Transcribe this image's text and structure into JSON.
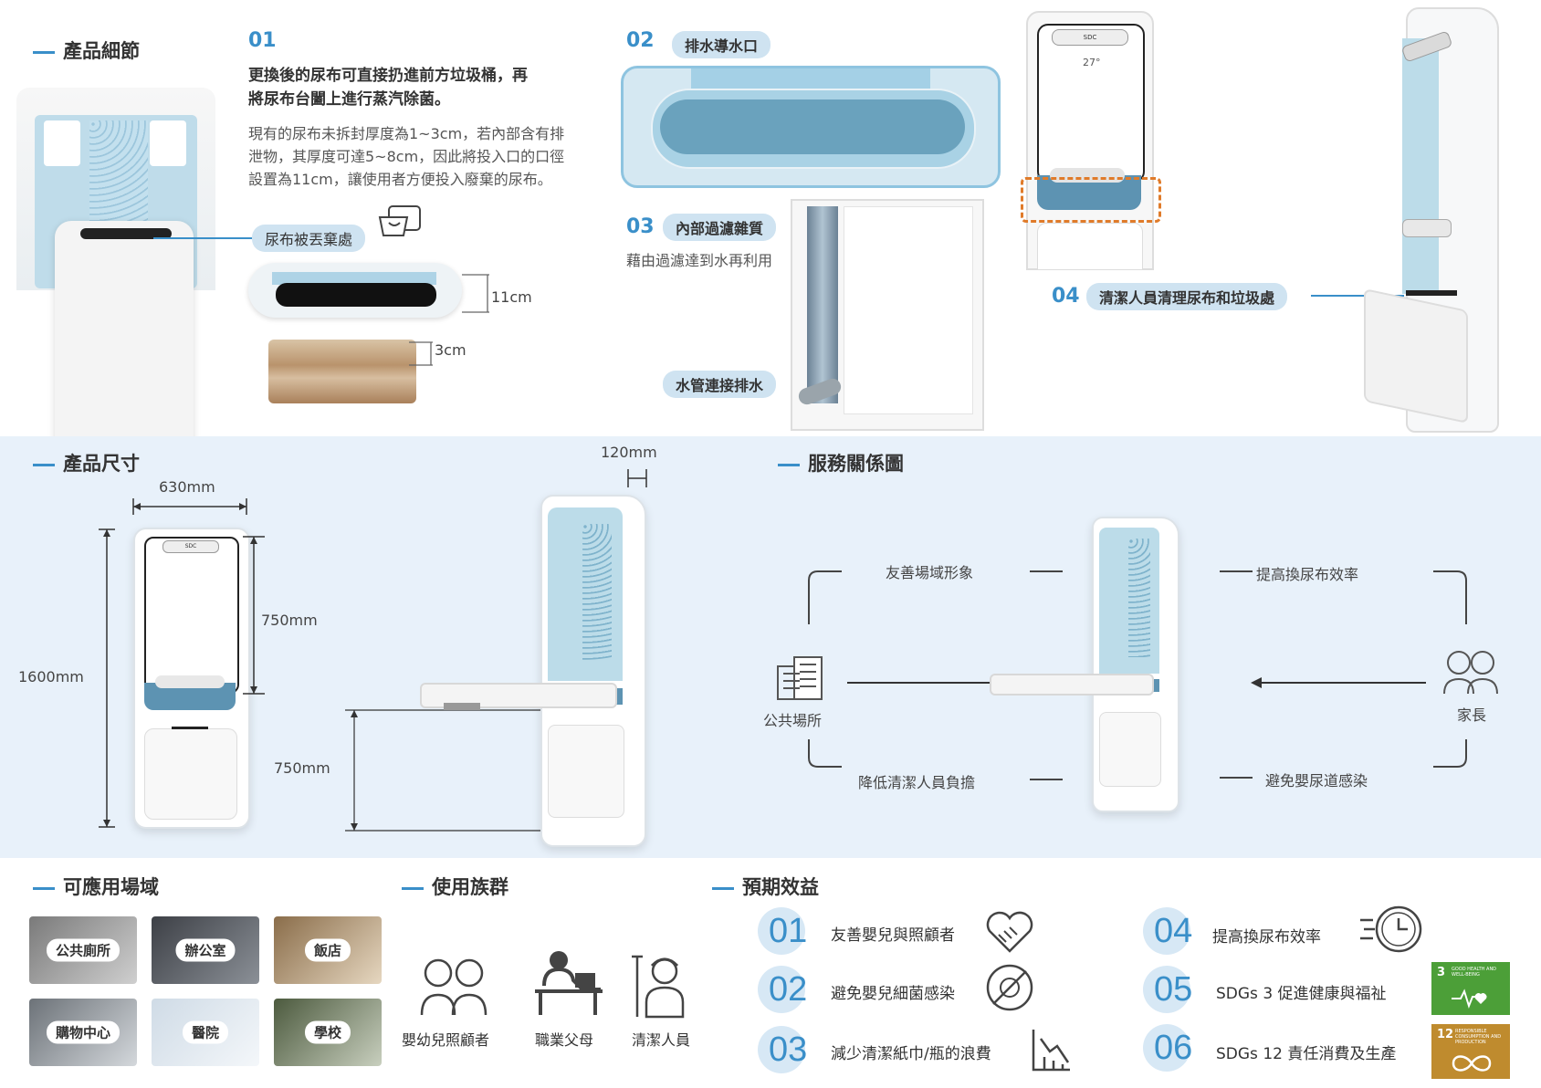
{
  "details": {
    "title": "產品細節",
    "n01": "01",
    "heading_line1": "更換後的尿布可直接扔進前方垃圾桶，再",
    "heading_line2": "將尿布台闔上進行蒸汽除菌。",
    "body_line1": "現有的尿布未拆封厚度為1~3cm，若內部含有排",
    "body_line2": "泄物，其厚度可達5~8cm，因此將投入口的口徑",
    "body_line3": "設置為11cm，讓使用者方便投入廢棄的尿布。",
    "disposal_label": "尿布被丟棄處",
    "dim_11": "11cm",
    "dim_3": "3cm",
    "n02": "02",
    "drain_label": "排水導水口",
    "n03": "03",
    "filter_label": "內部過濾雜質",
    "filter_desc": "藉由過濾達到水再利用",
    "pipe_label": "水管連接排水",
    "unit_display": "27°",
    "unit_logo": "SDC",
    "n04": "04",
    "clean_label": "清潔人員清理尿布和垃圾處"
  },
  "size": {
    "title": "產品尺寸",
    "w": "630mm",
    "d": "120mm",
    "h_total": "1600mm",
    "h_table": "750mm",
    "h_floor": "750mm",
    "unit_logo": "SDC"
  },
  "service": {
    "title": "服務關係圖",
    "left": "公共場所",
    "right": "家長",
    "tl": "友善場域形象",
    "tr": "提高換尿布效率",
    "bl": "降低清潔人員負擔",
    "br": "避免嬰尿道感染"
  },
  "venues": {
    "title": "可應用場域",
    "items": [
      "公共廁所",
      "辦公室",
      "飯店",
      "購物中心",
      "醫院",
      "學校"
    ]
  },
  "users": {
    "title": "使用族群",
    "items": [
      "嬰幼兒照顧者",
      "職業父母",
      "清潔人員"
    ]
  },
  "benefits": {
    "title": "預期效益",
    "items": [
      {
        "n": "01",
        "t": "友善嬰兒與照顧者"
      },
      {
        "n": "02",
        "t": "避免嬰兒細菌感染"
      },
      {
        "n": "03",
        "t": "減少清潔紙巾/瓶的浪費"
      },
      {
        "n": "04",
        "t": "提高換尿布效率"
      },
      {
        "n": "05",
        "t": "SDGs 3  促進健康與福祉"
      },
      {
        "n": "06",
        "t": "SDGs 12 責任消費及生產"
      }
    ],
    "sdg3": {
      "num": "3",
      "text": "GOOD HEALTH AND WELL-BEING",
      "color": "#4c9f38"
    },
    "sdg12": {
      "num": "12",
      "text": "RESPONSIBLE CONSUMPTION AND PRODUCTION",
      "color": "#bf8b2e"
    }
  },
  "colors": {
    "accent": "#3a8fc9",
    "pill": "#cfe3f1",
    "band": "#e8f1fa",
    "highlight": "#e07b2a"
  }
}
